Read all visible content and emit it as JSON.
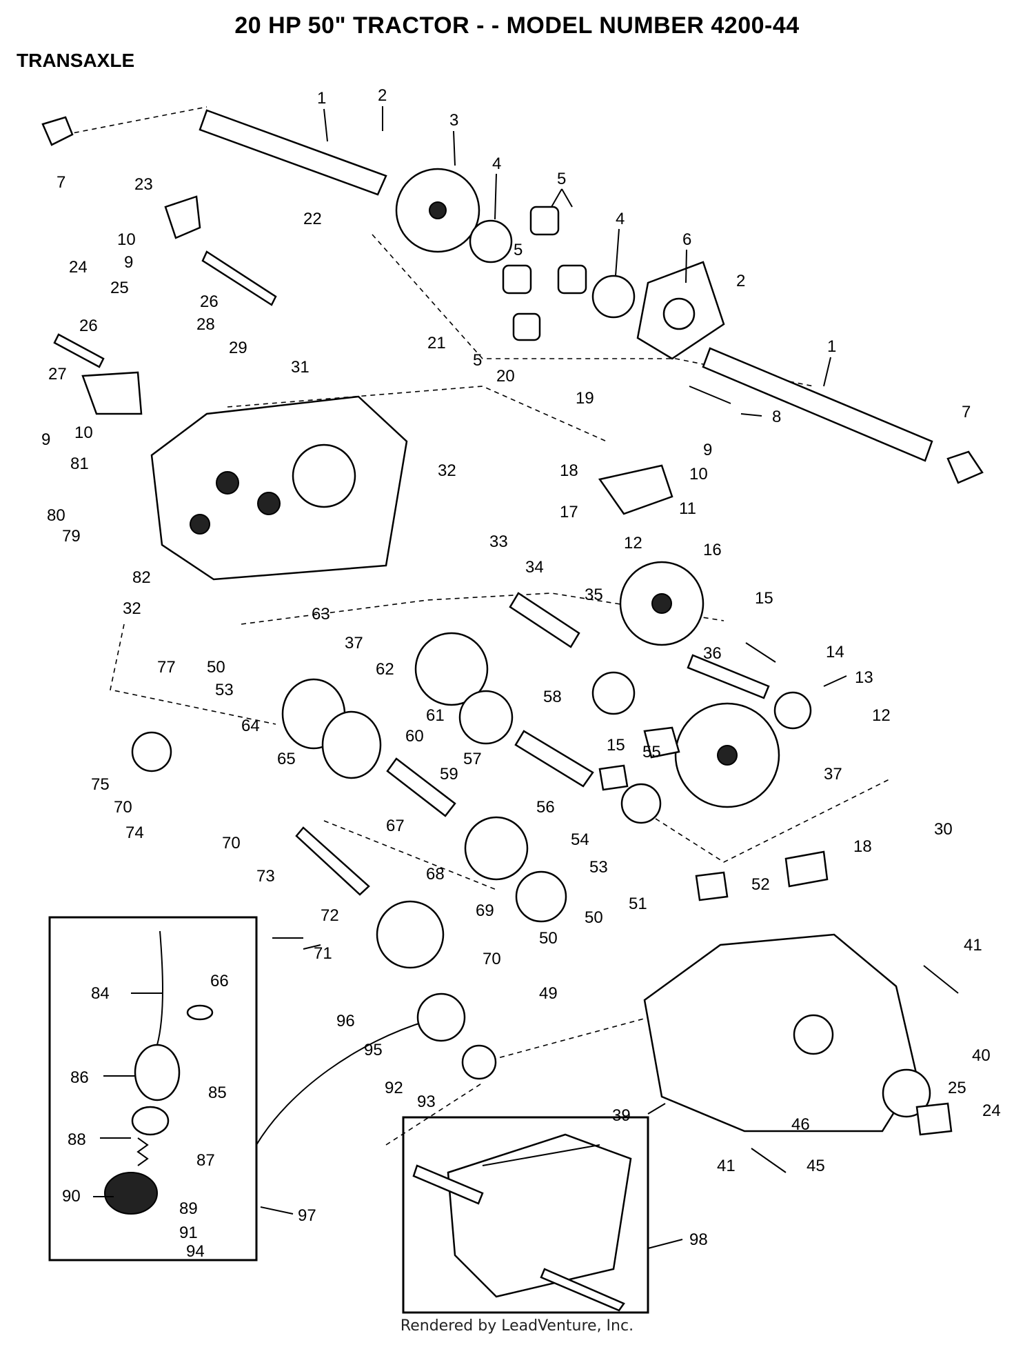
{
  "header": {
    "title": "20 HP 50\" TRACTOR - - MODEL NUMBER 4200-44",
    "section": "TRANSAXLE"
  },
  "footer": {
    "credit": "Rendered by LeadVenture, Inc."
  },
  "callouts": [
    "1",
    "2",
    "3",
    "4",
    "5",
    "6",
    "7",
    "8",
    "9",
    "10",
    "11",
    "12",
    "13",
    "14",
    "15",
    "16",
    "17",
    "18",
    "19",
    "20",
    "21",
    "22",
    "23",
    "24",
    "25",
    "26",
    "27",
    "28",
    "29",
    "30",
    "31",
    "32",
    "33",
    "34",
    "35",
    "36",
    "37",
    "39",
    "40",
    "41",
    "45",
    "46",
    "49",
    "50",
    "51",
    "52",
    "53",
    "54",
    "55",
    "56",
    "57",
    "58",
    "59",
    "60",
    "61",
    "62",
    "63",
    "64",
    "65",
    "66",
    "67",
    "68",
    "69",
    "70",
    "71",
    "72",
    "73",
    "74",
    "75",
    "77",
    "79",
    "80",
    "81",
    "82",
    "84",
    "85",
    "86",
    "87",
    "88",
    "89",
    "90",
    "91",
    "92",
    "93",
    "94",
    "95",
    "96",
    "97",
    "98"
  ]
}
